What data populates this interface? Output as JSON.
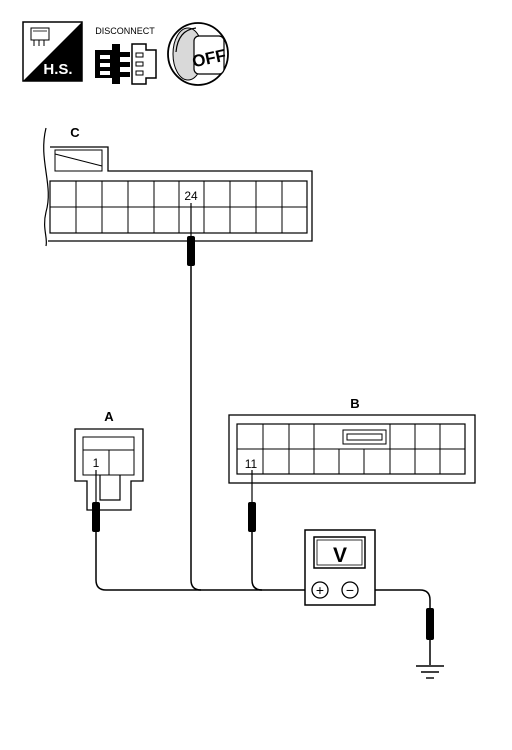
{
  "header": {
    "hs_label": "H.S.",
    "disconnect_label": "DISCONNECT",
    "off_label": "OFF",
    "hs_icon": "harness-side-icon",
    "disconnect_icon": "connector-disconnect-icon",
    "off_icon": "ignition-switch-off-icon"
  },
  "connectors": {
    "c": {
      "label": "C",
      "terminal": "24"
    },
    "a": {
      "label": "A",
      "terminal": "1"
    },
    "b": {
      "label": "B",
      "terminal": "11"
    }
  },
  "meter": {
    "display": "V",
    "plus": "+",
    "minus": "−",
    "icon": "voltmeter-icon"
  },
  "ground": {
    "icon": "ground-symbol-icon"
  },
  "colors": {
    "line": "#000000",
    "background": "#ffffff"
  }
}
